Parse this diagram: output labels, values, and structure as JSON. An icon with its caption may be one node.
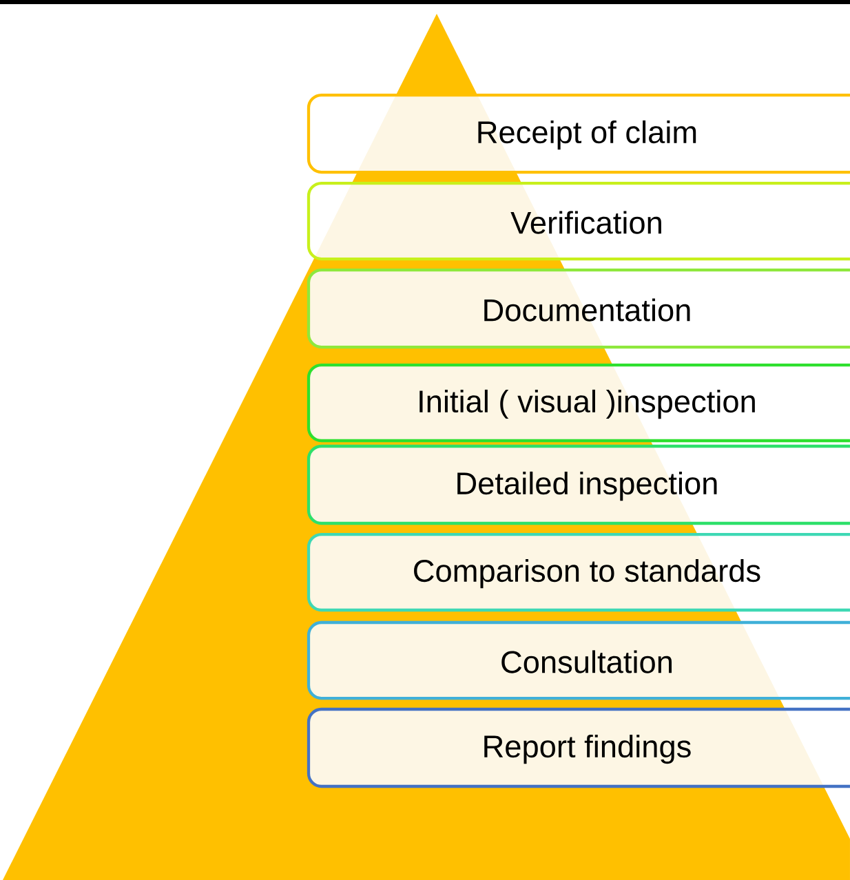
{
  "diagram": {
    "nodes": [
      {
        "text": [
          "Receipt of claim"
        ]
      },
      {
        "text": [
          "Verification"
        ]
      },
      {
        "text": [
          "Documentation"
        ]
      },
      {
        "text": [
          "Initial ( visual )inspection"
        ]
      },
      {
        "text": [
          "Detailed inspection"
        ]
      },
      {
        "text": [
          "Comparison to standards"
        ]
      },
      {
        "text": [
          "Consultation"
        ]
      },
      {
        "text": [
          "Report findings"
        ]
      }
    ]
  }
}
